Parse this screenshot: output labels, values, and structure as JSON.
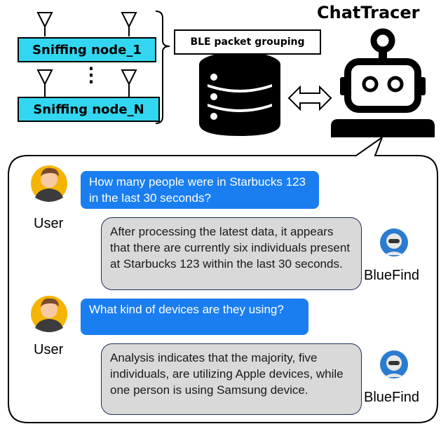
{
  "header": {
    "nodes": [
      {
        "label": "Sniffing node_1"
      },
      {
        "label": "Sniffing node_N"
      }
    ],
    "ellipsis": "⋮",
    "grouping_label": "BLE packet grouping",
    "system_title": "ChatTracer"
  },
  "conversation": [
    {
      "role": "user",
      "name": "User",
      "text": "How many people were in Starbucks 123 in the last 30 seconds?"
    },
    {
      "role": "bot",
      "name": "BlueFind",
      "text": "After processing the latest data, it appears that there are currently six individuals present at Starbucks 123 within the last 30 seconds."
    },
    {
      "role": "user",
      "name": "User",
      "text": "What kind of devices are they using?"
    },
    {
      "role": "bot",
      "name": "BlueFind",
      "text": "Analysis indicates that the majority, five individuals, are utilizing Apple devices, while one person is using Samsung device."
    }
  ],
  "colors": {
    "node_fill": "#33d6f0",
    "user_bubble": "#1a7ef0",
    "bot_bubble": "#d9d9d9",
    "avatar_ring": "#f5b400",
    "bot_avatar_ring": "#2b7bd0"
  },
  "icons": {
    "antenna": "antenna-icon",
    "database": "database-icon",
    "double_arrow": "double-arrow-icon",
    "robot": "robot-icon",
    "user_avatar": "user-avatar-icon",
    "bot_avatar": "bot-avatar-icon"
  }
}
